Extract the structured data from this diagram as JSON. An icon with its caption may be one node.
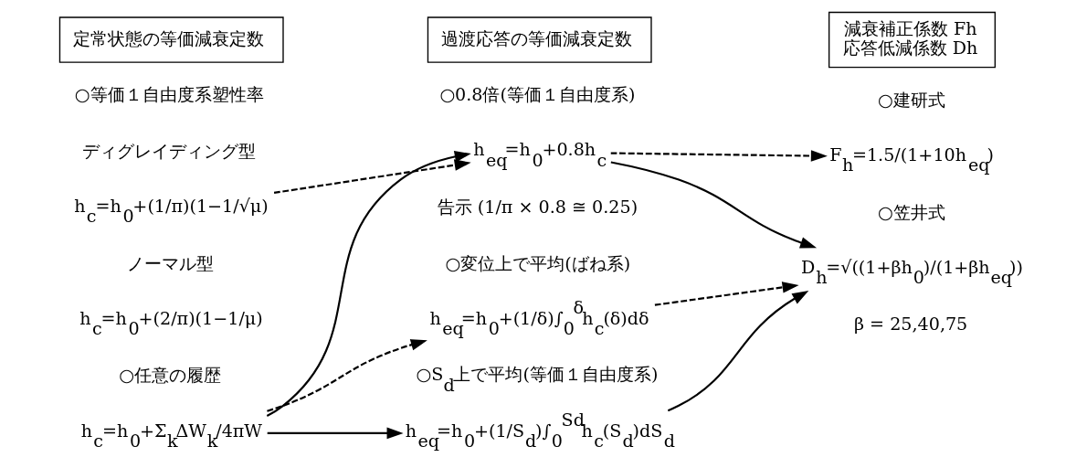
{
  "diagram": {
    "nodes": [
      {
        "text": [
          "定常状態の等価減衰定数"
        ]
      },
      {
        "text": [
          "h$_{c}$=h$_{0}$+(1/π)(1−1/√μ)"
        ]
      },
      {
        "text": [
          "h$_{c}$=h$_{0}$+(2/π)(1−1/μ)"
        ]
      },
      {
        "text": [
          "h$_{c}$=h$_{0}$+Σ$_{k}$ΔW$_{k}$/4πW"
        ]
      },
      {
        "text": [
          "過渡応答の等価減衰定数"
        ]
      },
      {
        "text": [
          "h$_{eq}$=h$_{0}$+0.8h$_{c}$"
        ]
      },
      {
        "text": [
          "h$_{eq}$=h$_{0}$+(1/δ)∫$_{0}$$^{δ}$h$_{c}$(δ)dδ"
        ]
      },
      {
        "text": [
          "h$_{eq}$=h$_{0}$+(1/S$_{d}$)∫$_{0}$$^{Sd}$h$_{c}$(S$_{d}$)dS$_{d}$"
        ]
      },
      {
        "text": [
          "減衰補正係数 Fh",
          "応答低減係数 Dh"
        ]
      },
      {
        "text": [
          "F$_{h}$=1.5/(1+10h$_{eq}$)"
        ]
      },
      {
        "text": [
          "D$_{h}$=√((1+βh$_{0}$)/(1+βh$_{eq}$))"
        ]
      }
    ],
    "edges": [
      {
        "from": 1,
        "to": 5,
        "arrow": "to",
        "style": "dashed"
      },
      {
        "from": 3,
        "to": 5,
        "arrow": "to"
      },
      {
        "from": 3,
        "to": 6,
        "arrow": "to",
        "style": "dashed"
      },
      {
        "from": 3,
        "to": 7,
        "arrow": "to"
      },
      {
        "from": 5,
        "to": 9,
        "arrow": "to",
        "style": "dashed"
      },
      {
        "from": 5,
        "to": 10,
        "arrow": "to"
      },
      {
        "from": 6,
        "to": 10,
        "arrow": "to",
        "style": "dashed"
      },
      {
        "from": 7,
        "to": 10,
        "arrow": "to"
      }
    ],
    "labels": [
      "○等価１自由度系塑性率",
      "ディグレイディング型",
      "ノーマル型",
      "○任意の履歴",
      "○0.8倍(等価１自由度系)",
      "告示 (1/π × 0.8 ≅ 0.25)",
      "○変位上で平均(ばね系)",
      "○S$_{d}$上で平均(等価１自由度系)",
      "○建研式",
      "○笠井式",
      "β = 25,40,75"
    ]
  }
}
